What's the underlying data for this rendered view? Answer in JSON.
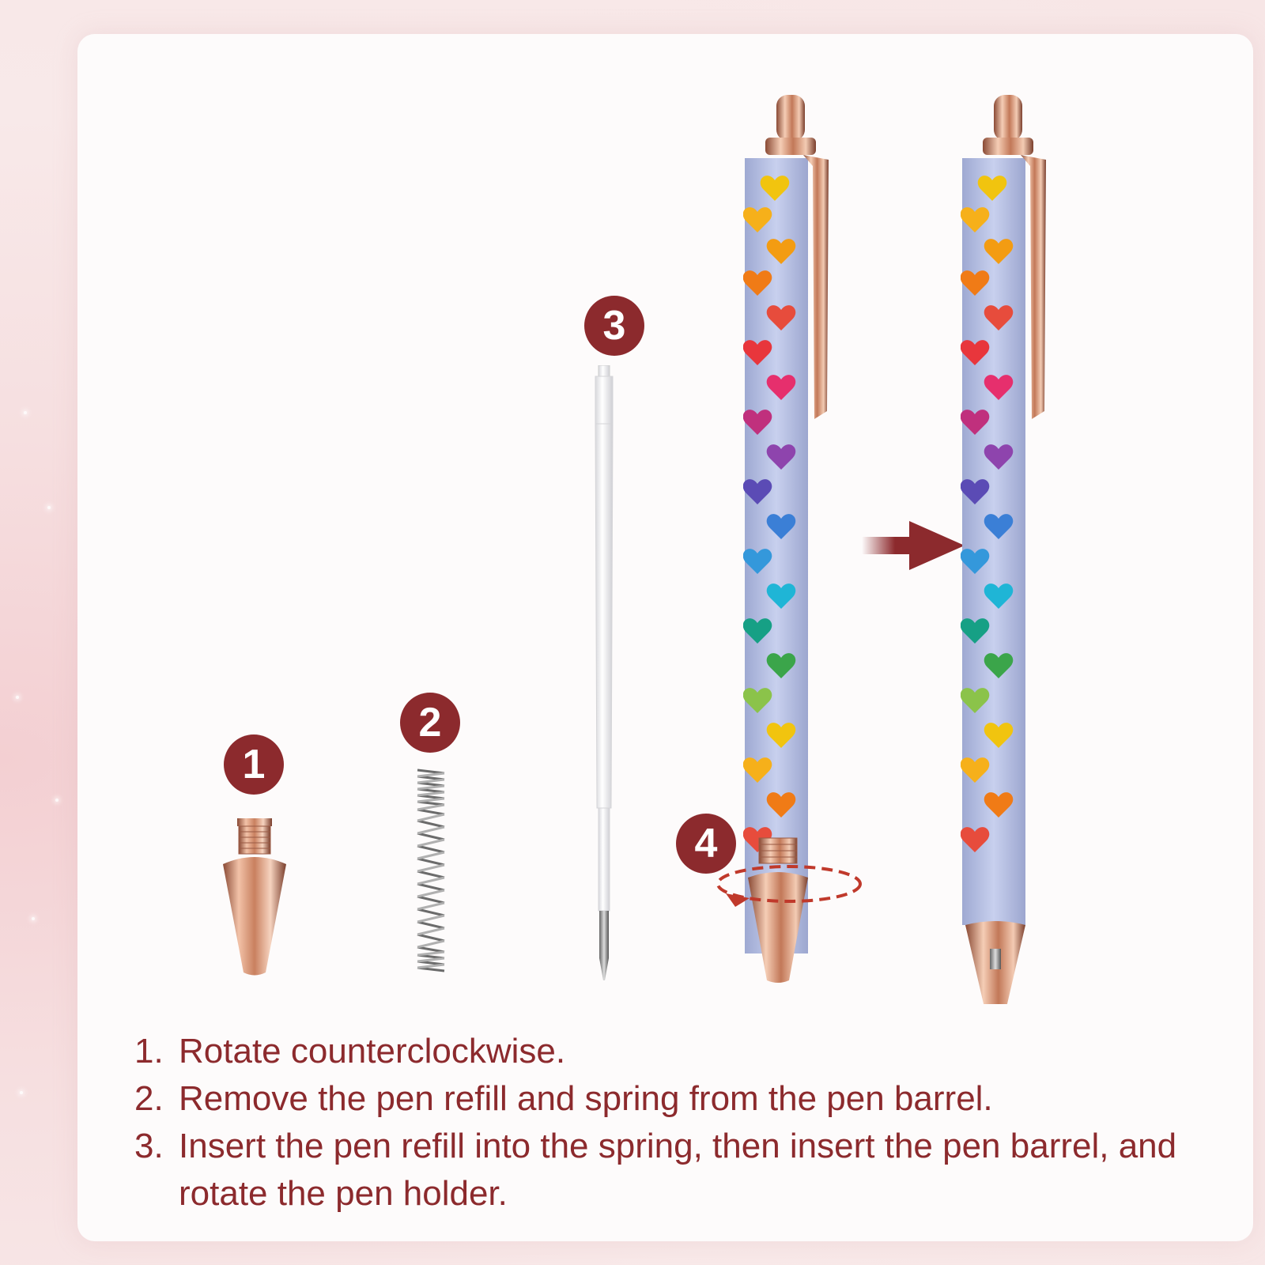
{
  "badges": [
    "1",
    "2",
    "3",
    "4"
  ],
  "instructions": [
    {
      "number": "1.",
      "text": "Rotate counterclockwise."
    },
    {
      "number": "2.",
      "text": "Remove the pen refill and spring from the pen barrel."
    },
    {
      "number": "3.",
      "text": "Insert the pen refill into the spring, then insert the pen barrel, and rotate the pen holder."
    }
  ],
  "colors": {
    "accent": "#8c2a2d",
    "rose_gold": "#d9987a",
    "barrel": "#b9c3e6"
  },
  "icons": [
    "arrow-right-icon",
    "rotate-arrow-icon"
  ]
}
